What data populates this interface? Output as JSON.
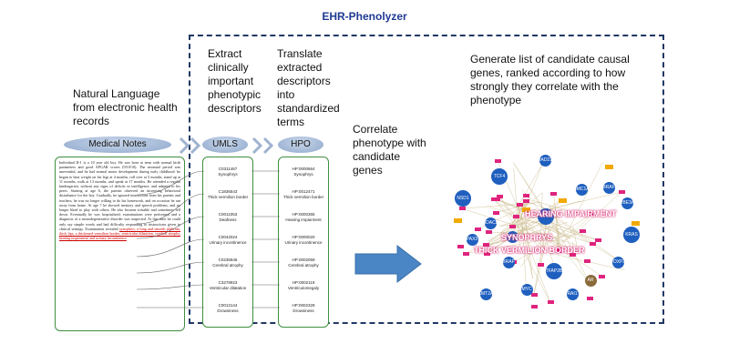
{
  "title": "EHR-Phenolyzer",
  "steps": {
    "natural_language": "Natural Language from electronic health records",
    "extract": "Extract clinically important phenotypic descriptors",
    "translate": "Translate extracted descriptors into standardized terms",
    "correlate": "Correlate phenotype with candidate genes",
    "generate": "Generate list of candidate causal genes, ranked according to how strongly they correlate with the phenotype"
  },
  "headers": {
    "medical_notes": "Medical Notes",
    "umls": "UMLS",
    "hpo": "HPO"
  },
  "notes_text": "Individual II-1 is a 10 year old boy. He was born at term with normal birth parameters and good APGAR scores (9/10/10). The neonatal period was uneventful, and he had normal motor development during early childhood: he began to bear weight on his legs at 4 months, roll over at 5 months, stand up at 11 months, walk at 13 months, and speak at 17 months. He attended a regular kindergarten, without any signs of deficits in intelligence, and adapted to his peers. Starting at age 6, the parents observed an increasing behavioral disturbance for the boy. Gradually, he ignored instructions from his parents and teachers, he was no longer willing to do his homework, and on occasion he ran away from home. At age 7 he showed memory and speech problems, and no longer liked to play with others. He also became irritable and sometimes fell down. Eventually he was hospitalized; examinations were performed and a diagnosis of a neurodegenerative disorder was suspected. At that time he could only say simple words and had difficulty responding to instructions given in clinical settings. Examination revealed",
  "notes_highlight": "synophrys, a long and smooth philtrum, thick lips, a thickened vermilion border, ventricular dilatation, cerebral atrophy, hearing impairment and urinary incontinence",
  "umls_terms": [
    {
      "id": "C0311467",
      "name": "Synophrys"
    },
    {
      "id": "C1836543",
      "name": "Thick vermilion border"
    },
    {
      "id": "C0011053",
      "name": "Deafness"
    },
    {
      "id": "C0042024",
      "name": "Urinary incontinence"
    },
    {
      "id": "C0235946",
      "name": "Cerebral atrophy"
    },
    {
      "id": "C3278923",
      "name": "Ventricular dilatation"
    },
    {
      "id": "C0013144",
      "name": "Drowsiness"
    }
  ],
  "hpo_terms": [
    {
      "id": "HP:0000664",
      "name": "Synophrys"
    },
    {
      "id": "HP:0012471",
      "name": "Thick vermilion border"
    },
    {
      "id": "HP:0000365",
      "name": "Hearing impairment"
    },
    {
      "id": "HP:0000020",
      "name": "Urinary incontinence"
    },
    {
      "id": "HP:0002059",
      "name": "Cerebral atrophy"
    },
    {
      "id": "HP:0002119",
      "name": "Ventriculomegaly"
    },
    {
      "id": "HP:0002329",
      "name": "Drowsiness"
    }
  ],
  "network": {
    "phenotype_labels": [
      "HEARING IMPAIRMENT",
      "SYNOPHRYS",
      "THICK VERMILION BORDER"
    ],
    "gene_nodes": [
      "TCF4",
      "PAX3",
      "HDAC8",
      "SMC3",
      "NIPBL",
      "SMC1A",
      "RAD21",
      "BRAF",
      "KRAS",
      "AR",
      "RAI1",
      "FOXP2",
      "TFAP2B",
      "MYC",
      "BRAF",
      "UBE3A",
      "NSD1",
      "KMT2A"
    ],
    "colors": {
      "gene": "#1f5fbf",
      "phenotype_term": "#e0237e",
      "highlight": "#f2a900",
      "edge": "#c9b98a"
    }
  }
}
